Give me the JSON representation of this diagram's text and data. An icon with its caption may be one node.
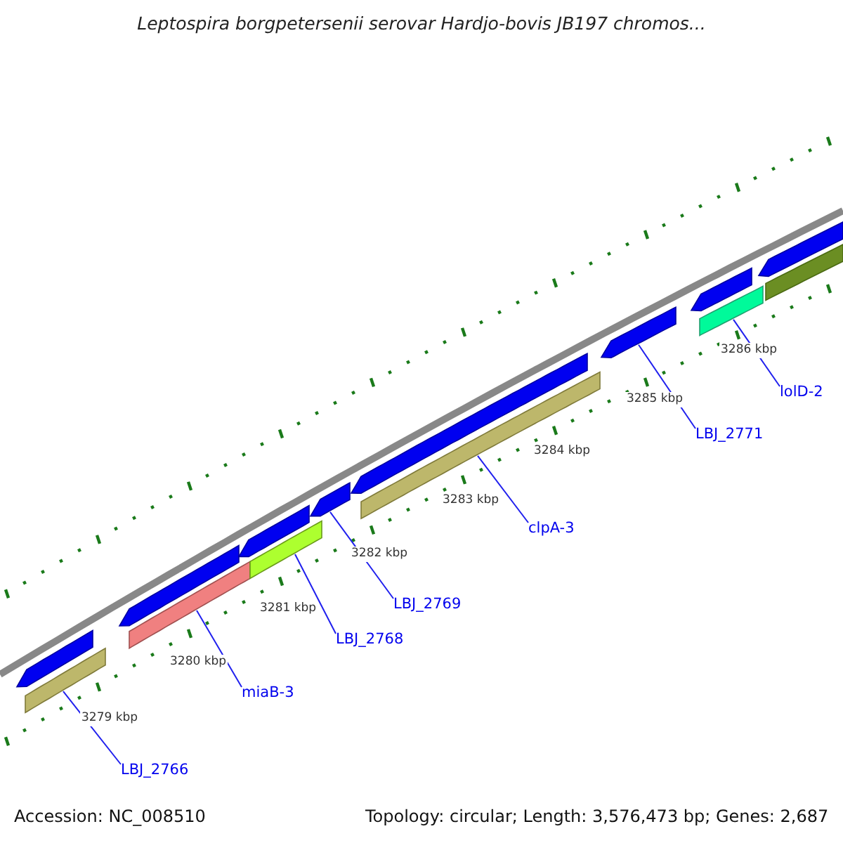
{
  "diagram": {
    "title": "Leptospira borgpetersenii serovar Hardjo-bovis JB197 chromos...",
    "nodes": [
      {
        "text": [],
        "shape": "bar"
      },
      {
        "text": [],
        "shape": "bar"
      },
      {
        "text": [],
        "shape": "bar"
      },
      {
        "text": [],
        "shape": "bar"
      },
      {
        "text": [],
        "shape": "bar"
      },
      {
        "text": [],
        "shape": "bar"
      },
      {
        "text": [],
        "shape": "bar"
      },
      {
        "text": [],
        "shape": "bar"
      },
      {
        "text": [],
        "shape": "bar"
      },
      {
        "text": [],
        "shape": "bar"
      },
      {
        "text": [],
        "shape": "bar"
      },
      {
        "text": [],
        "shape": "bar"
      },
      {
        "text": [],
        "shape": "bar"
      },
      {
        "text": [],
        "shape": "bar"
      },
      {
        "text": [
          "LBJ_2766"
        ]
      },
      {
        "text": [
          "miaB-3"
        ]
      },
      {
        "text": [
          "LBJ_2768"
        ]
      },
      {
        "text": [
          "LBJ_2769"
        ]
      },
      {
        "text": [
          "clpA-3"
        ]
      },
      {
        "text": [
          "LBJ_2771"
        ]
      },
      {
        "text": [
          "lolD-2"
        ]
      }
    ],
    "edges": [
      {
        "from": 14,
        "to": 1,
        "arrow": "none"
      },
      {
        "from": 15,
        "to": 3,
        "arrow": "none"
      },
      {
        "from": 16,
        "to": 5,
        "arrow": "none"
      },
      {
        "from": 17,
        "to": 6,
        "arrow": "none"
      },
      {
        "from": 18,
        "to": 8,
        "arrow": "none"
      },
      {
        "from": 19,
        "to": 9,
        "arrow": "none"
      },
      {
        "from": 20,
        "to": 11,
        "arrow": "none"
      }
    ],
    "labels": [
      "3279 kbp",
      "3280 kbp",
      "3281 kbp",
      "3282 kbp",
      "3283 kbp",
      "3284 kbp",
      "3285 kbp",
      "3286 kbp",
      "Accession: NC_008510",
      "Topology: circular; Length: 3,576,473 bp; Genes: 2,687"
    ]
  }
}
